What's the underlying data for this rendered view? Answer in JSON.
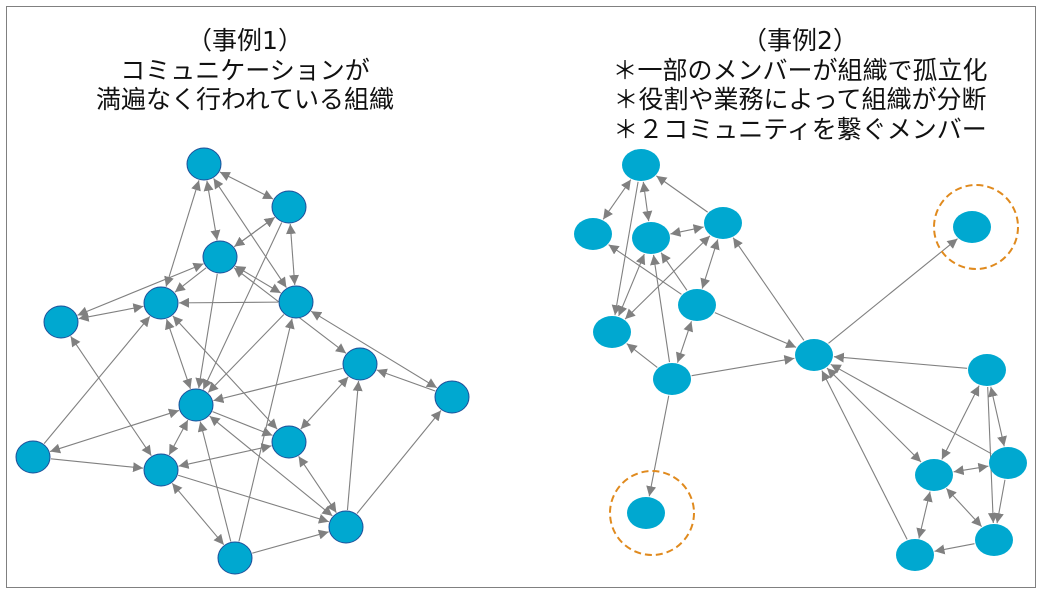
{
  "case1": {
    "lines": [
      "（事例1）",
      "コミュニケーションが",
      "満遍なく行われている組織"
    ]
  },
  "case2": {
    "lines": [
      "（事例2）",
      "＊一部のメンバーが組織で孤立化",
      "＊役割や業務によって組織が分断",
      "＊２コミュニティを繋ぐメンバー"
    ]
  },
  "colors": {
    "node": "#00a8d0",
    "node_border": "#1f4e99",
    "edge": "#808080",
    "isolation_ring": "#e08a1e"
  }
}
